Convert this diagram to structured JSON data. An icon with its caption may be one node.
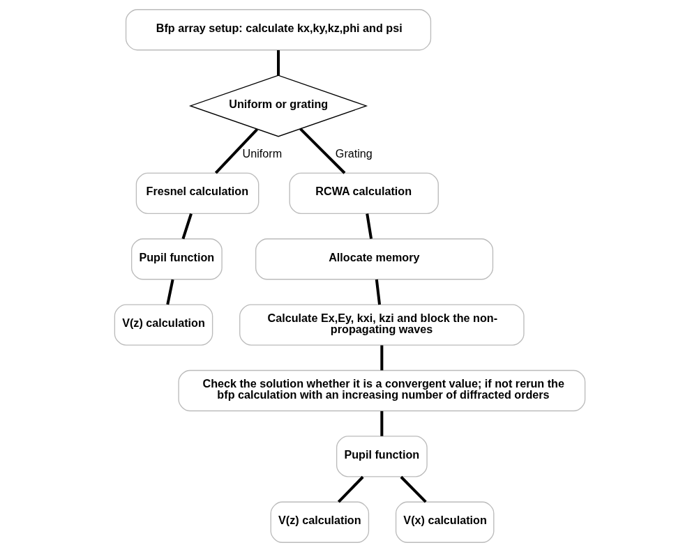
{
  "diagram": {
    "nodes": [
      {
        "text": [
          "Bfp array setup: calculate kx,ky,kz,phi and psi"
        ]
      },
      {
        "text": [
          "Uniform or grating"
        ]
      },
      {
        "text": [
          "Fresnel calculation"
        ]
      },
      {
        "text": [
          "Pupil function"
        ]
      },
      {
        "text": [
          "V(z) calculation"
        ]
      },
      {
        "text": [
          "RCWA calculation"
        ]
      },
      {
        "text": [
          "Allocate memory"
        ]
      },
      {
        "text": [
          "Calculate Ex,Ey, kxi, kzi and block the non-propagating waves"
        ]
      },
      {
        "text": [
          "Check the solution whether it is a convergent value; if not rerun the bfp calculation with an increasing number of diffracted orders"
        ]
      },
      {
        "text": [
          "Pupil function"
        ]
      },
      {
        "text": [
          "V(z) calculation"
        ]
      },
      {
        "text": [
          "V(x) calculation"
        ]
      }
    ],
    "edges": [
      {
        "from": 0,
        "to": 1,
        "arrow": "none"
      },
      {
        "from": 1,
        "to": 2,
        "arrow": "none",
        "label": "Uniform"
      },
      {
        "from": 1,
        "to": 5,
        "arrow": "none",
        "label": "Grating"
      },
      {
        "from": 2,
        "to": 3,
        "arrow": "none"
      },
      {
        "from": 3,
        "to": 4,
        "arrow": "none"
      },
      {
        "from": 5,
        "to": 6,
        "arrow": "none"
      },
      {
        "from": 6,
        "to": 7,
        "arrow": "none"
      },
      {
        "from": 7,
        "to": 8,
        "arrow": "none"
      },
      {
        "from": 8,
        "to": 9,
        "arrow": "none"
      },
      {
        "from": 9,
        "to": 10,
        "arrow": "none"
      },
      {
        "from": 9,
        "to": 11,
        "arrow": "none"
      }
    ]
  }
}
